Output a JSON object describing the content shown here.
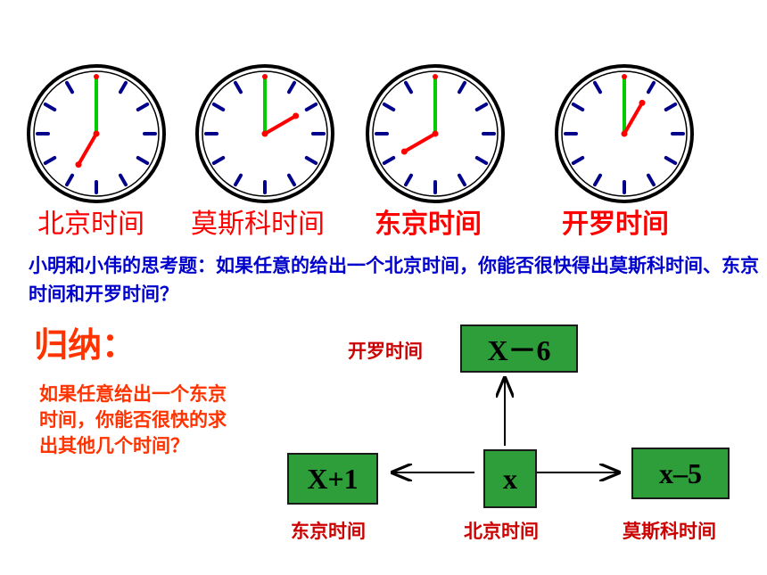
{
  "clocks": [
    {
      "label": "北京时间",
      "hour": 7,
      "minute": 0
    },
    {
      "label": "莫斯科时间",
      "hour": 2,
      "minute": 0
    },
    {
      "label": "东京时间",
      "hour": 8,
      "minute": 0
    },
    {
      "label": "开罗时间",
      "hour": 1,
      "minute": 0
    }
  ],
  "question": "小明和小伟的思考题：如果任意的给出一个北京时间，你能否很快得出莫斯科时间、东京时间和开罗时间？",
  "summary": {
    "title": "归纳：",
    "text": "如果任意给出一个东京时间，你能否很快的求出其他几个时间？"
  },
  "diagram": {
    "center": {
      "value": "x",
      "label": "北京时间"
    },
    "left": {
      "value": "X+1",
      "label": "东京时间"
    },
    "right": {
      "value": "x–5",
      "label": "莫斯科时间"
    },
    "top": {
      "value": "X－6",
      "label": "开罗时间"
    }
  },
  "colors": {
    "box": "#2e9e3a",
    "hour_hand": "#ff0000",
    "minute_hand": "#00cc00",
    "tick": "#00008b",
    "label_red": "#ff0000",
    "question_blue": "#0000cc"
  }
}
